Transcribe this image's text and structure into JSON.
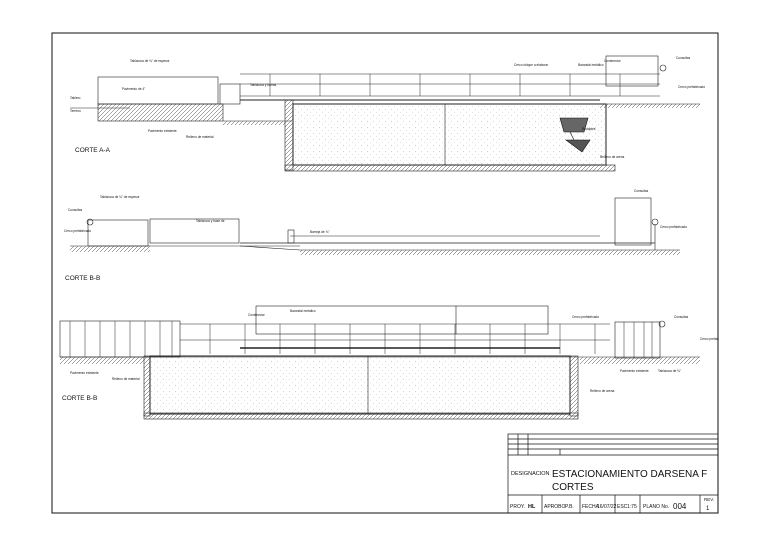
{
  "sections": [
    {
      "label": "CORTE A-A"
    },
    {
      "label": "CORTE B-B"
    },
    {
      "label": "CORTE B-B"
    }
  ],
  "title_block": {
    "designacion_label": "DESIGNACION",
    "title_line1": "ESTACIONAMIENTO DARSENA F",
    "title_line2": "CORTES",
    "proy_label": "PROY.",
    "proy_value": "HL",
    "aprobo_label": "APROBO",
    "aprobo_value": "P.B.",
    "fecha_label": "FECHA",
    "fecha_value": "16/07/22",
    "esc_label": "ESC",
    "esc_value": "1:75",
    "plano_label": "PLANO No.",
    "plano_value": "004",
    "rev_label": "REV.",
    "rev_value": "1"
  }
}
